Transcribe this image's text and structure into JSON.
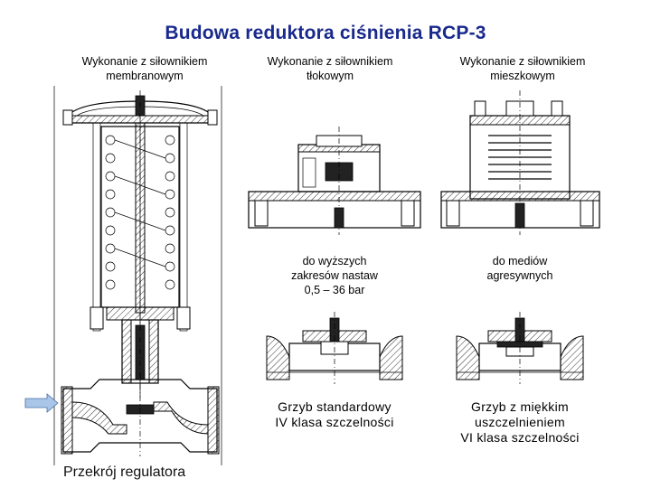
{
  "title": "Budowa reduktora ciśnienia RCP-3",
  "columns": [
    {
      "caption_line1": "Wykonanie z siłownikiem",
      "caption_line2": "membranowym"
    },
    {
      "caption_line1": "Wykonanie z siłownikiem",
      "caption_line2": "tłokowym"
    },
    {
      "caption_line1": "Wykonanie z siłownikiem",
      "caption_line2": "mieszkowym"
    }
  ],
  "notes": {
    "piston_line1": "do wyższych",
    "piston_line2": "zakresów nastaw",
    "piston_line3": "0,5 – 36 bar",
    "bellows_line1": "do mediów",
    "bellows_line2": "agresywnych"
  },
  "plugs": {
    "standard_line1": "Grzyb standardowy",
    "standard_line2": "IV klasa szczelności",
    "soft_line1": "Grzyb z miękkim",
    "soft_line2": "uszczelnieniem",
    "soft_line3": "VI klasa szczelności"
  },
  "section_caption": "Przekrój regulatora",
  "colors": {
    "title": "#1a2a8c",
    "arrow": "#a9c6e8",
    "line": "#000000"
  }
}
